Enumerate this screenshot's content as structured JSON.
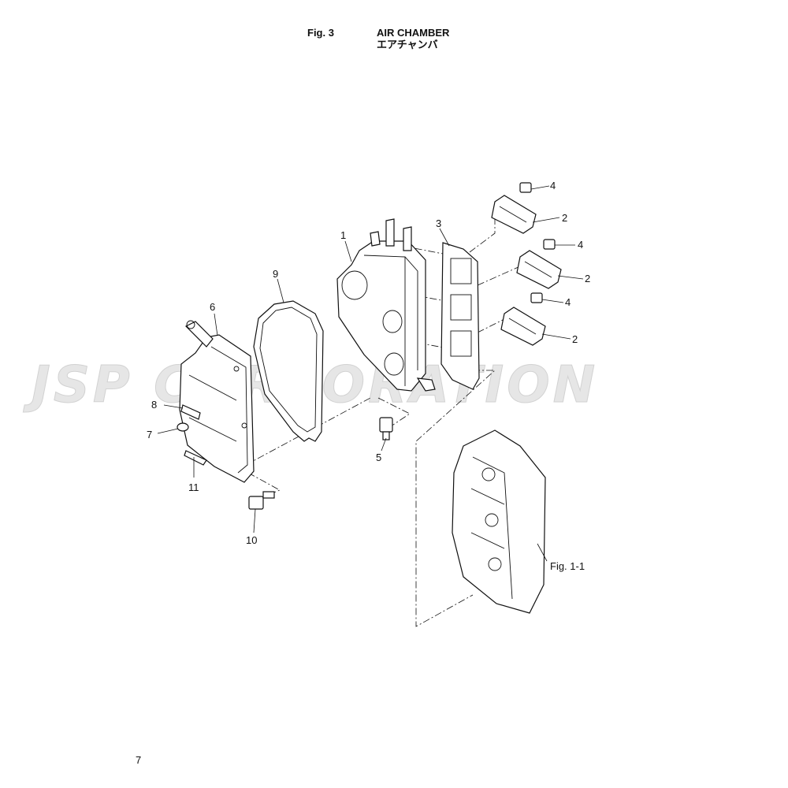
{
  "header": {
    "fig_no": "Fig. 3",
    "title_en": "AIR CHAMBER",
    "title_jp": "エアチャンバ"
  },
  "watermark": "JSP CORPORATION",
  "reference": "Fig. 1-1",
  "page_number": "7",
  "callouts": {
    "c1": "1",
    "c2a": "2",
    "c2b": "2",
    "c2c": "2",
    "c3": "3",
    "c4a": "4",
    "c4b": "4",
    "c4c": "4",
    "c5": "5",
    "c6": "6",
    "c7": "7",
    "c8": "8",
    "c9": "9",
    "c10": "10",
    "c11": "11"
  }
}
